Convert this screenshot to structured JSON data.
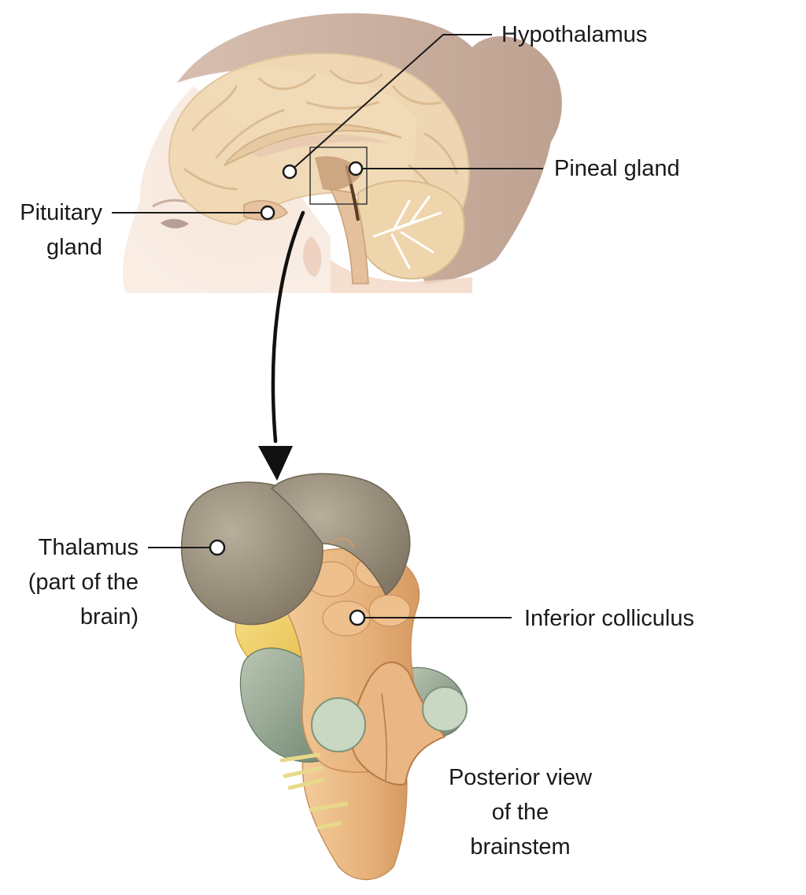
{
  "labels": {
    "hypothalamus": "Hypothalamus",
    "pineal": "Pineal gland",
    "pituitary_line1": "Pituitary",
    "pituitary_line2": "gland",
    "thalamus_line1": "Thalamus",
    "thalamus_line2": "(part of the",
    "thalamus_line3": "brain)",
    "inferior": "Inferior colliculus",
    "posterior_line1": "Posterior view",
    "posterior_line2": "of the",
    "posterior_line3": "brainstem"
  },
  "colors": {
    "skin": "#f3dccb",
    "hair": "#b3907a",
    "brain": "#f1d9b4",
    "thalamus": "#9c917f",
    "brainstem": "#e8b57f",
    "optic_tract": "#f0c94a",
    "nerve": "#9fb09a",
    "leader": "#1a1a1a"
  }
}
